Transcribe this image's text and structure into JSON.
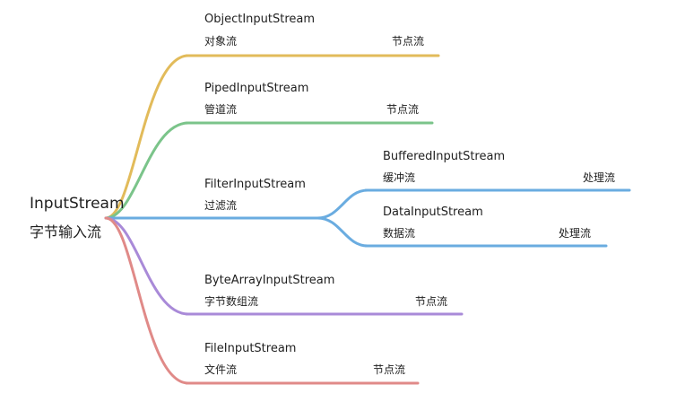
{
  "root": {
    "title": "InputStream",
    "subtitle": "字节输入流"
  },
  "branches": [
    {
      "id": "object",
      "title": "ObjectInputStream",
      "desc": "对象流",
      "tag": "节点流",
      "color": "#e2bb5a"
    },
    {
      "id": "piped",
      "title": "PipedInputStream",
      "desc": "管道流",
      "tag": "节点流",
      "color": "#7bc48a"
    },
    {
      "id": "filter",
      "title": "FilterInputStream",
      "desc": "过滤流",
      "color": "#6aace0",
      "children": [
        {
          "id": "buffered",
          "title": "BufferedInputStream",
          "desc": "缓冲流",
          "tag": "处理流"
        },
        {
          "id": "data",
          "title": "DataInputStream",
          "desc": "数据流",
          "tag": "处理流"
        }
      ]
    },
    {
      "id": "bytearray",
      "title": "ByteArrayInputStream",
      "desc": "字节数组流",
      "tag": "节点流",
      "color": "#a98ad8"
    },
    {
      "id": "file",
      "title": "FileInputStream",
      "desc": "文件流",
      "tag": "节点流",
      "color": "#e08a88"
    }
  ]
}
